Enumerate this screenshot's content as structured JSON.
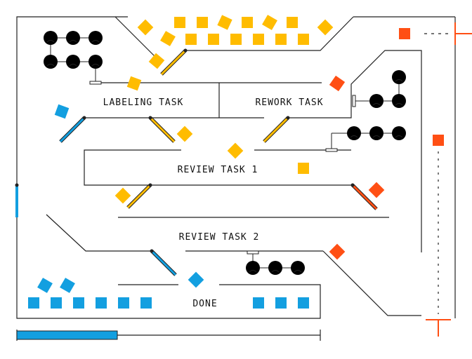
{
  "labels": {
    "labeling": "LABELING TASK",
    "rework": "REWORK TASK",
    "review1": "REVIEW TASK 1",
    "review2": "REVIEW TASK 2",
    "done": "DONE"
  },
  "colors": {
    "yellow": "#FFBC00",
    "blue": "#139FE0",
    "orange": "#FF4F14",
    "line": "#222222"
  },
  "progress": {
    "value": 0.33
  }
}
